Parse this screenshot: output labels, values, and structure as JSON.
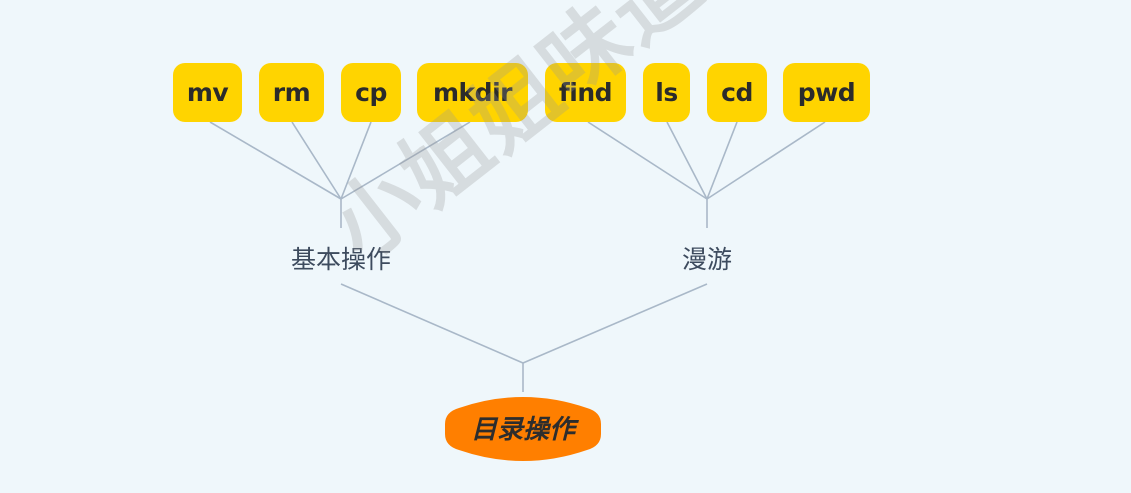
{
  "diagram": {
    "type": "mind-map",
    "root": {
      "label": "目录操作",
      "color": "#ff7f00"
    },
    "branches": [
      {
        "label": "基本操作",
        "children": [
          "mv",
          "rm",
          "cp",
          "mkdir"
        ]
      },
      {
        "label": "漫游",
        "children": [
          "find",
          "ls",
          "cd",
          "pwd"
        ]
      }
    ],
    "leaf_color": "#ffd400",
    "line_color": "#a9b8c8",
    "background": "#eff7fb"
  },
  "watermark": {
    "text": "小姐姐味道"
  }
}
